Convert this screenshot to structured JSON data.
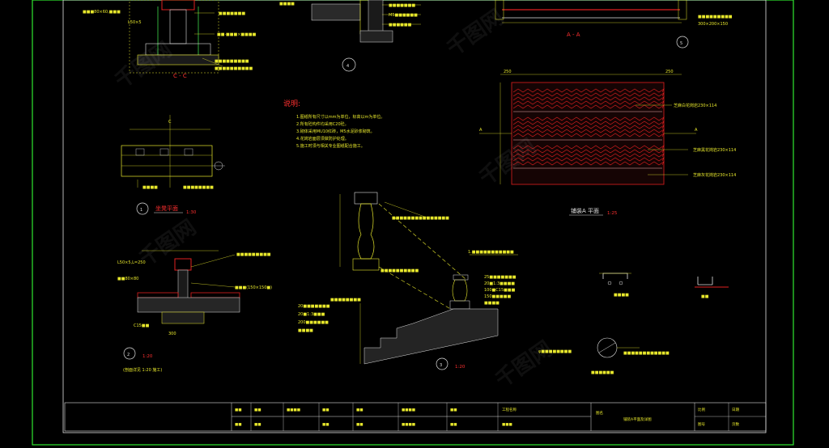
{
  "notes": {
    "heading": "说明:",
    "lines": [
      "1.图纸所有尺寸以mm为单位，标高以m为单位。",
      "2.所有砼构件均采用C20砼。",
      "3.砌体采用MU10红砖，M5水泥砂浆砌筑。",
      "4.花岗岩面层须做防护处理。",
      "5.施工时须与相关专业图纸配合施工。"
    ]
  },
  "views": {
    "plan_a_title": "铺装A 平面",
    "plan_a_scale": "1:25",
    "step_plan_title": "坐凳平面",
    "step_plan_scale": "1:30",
    "detail2_note": "(剖面详见 1:20 施工)",
    "detail2_scale": "1:20",
    "detail3_scale": "1:20",
    "section_cc": "C - C",
    "section_aa": "A - A",
    "circle_1": "1",
    "circle_2": "2",
    "circle_3": "3",
    "circle_4": "4",
    "circle_5": "5"
  },
  "plan_a_annotations": [
    "芝麻白花岗岩230×114",
    "芝麻黑花岗岩230×114",
    "芝麻灰花岗岩230×114"
  ],
  "title_block": {
    "project_label": "工程名称",
    "drawing_label": "图名",
    "drawing_name": "铺装A平面及详图",
    "scale_label": "比例",
    "date_label": "日期",
    "number_label": "图号",
    "sheet_label": "页数"
  },
  "colors": {
    "background": "#000000",
    "frame": "#2ee82e",
    "lines_yellow": "#e8e82c",
    "lines_white": "#e0e0e0",
    "hatch_red": "#e02020",
    "accent_green": "#3fd64a"
  }
}
